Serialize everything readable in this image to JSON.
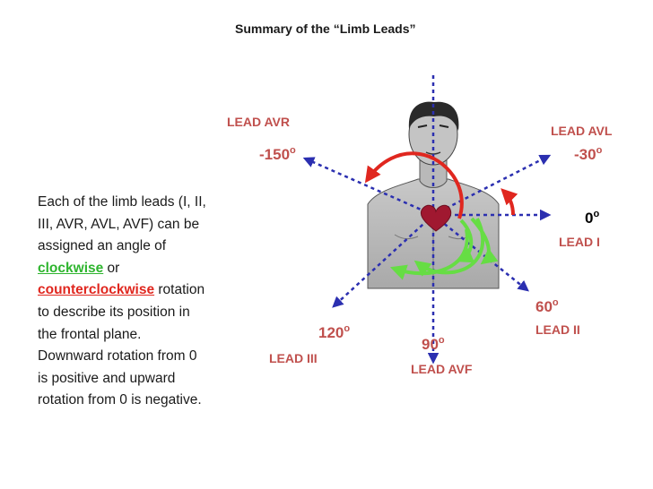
{
  "title": "Summary of the “Limb Leads”",
  "description": {
    "part1": "Each of the limb leads (I, II, III, AVR, AVL, AVF) can be assigned an angle of ",
    "clockwise": "clockwise",
    "or": " or ",
    "counterclockwise": "counterclockwise",
    "part2": " rotation to describe its position in the frontal plane. Downward rotation from 0 is positive and upward rotation from 0 is negative."
  },
  "leads": {
    "avr": {
      "label": "LEAD AVR",
      "angle": "-150",
      "degree": "o"
    },
    "avl": {
      "label": "LEAD AVL",
      "angle": "-30",
      "degree": "o"
    },
    "i": {
      "label": "LEAD I",
      "angle": "0",
      "degree": "o"
    },
    "ii": {
      "label": "LEAD II",
      "angle": "60",
      "degree": "o"
    },
    "iii": {
      "label": "LEAD III",
      "angle": "120",
      "degree": "o"
    },
    "avf": {
      "label": "LEAD AVF",
      "angle": "90",
      "degree": "o"
    }
  },
  "colors": {
    "axis": "#2b2fb0",
    "lead_label": "#c0504d",
    "angle_label": "#c0504d",
    "zero_label": "#000000",
    "clockwise": "#66dd44",
    "counterclockwise": "#e0271f",
    "heart": "#a01830"
  }
}
